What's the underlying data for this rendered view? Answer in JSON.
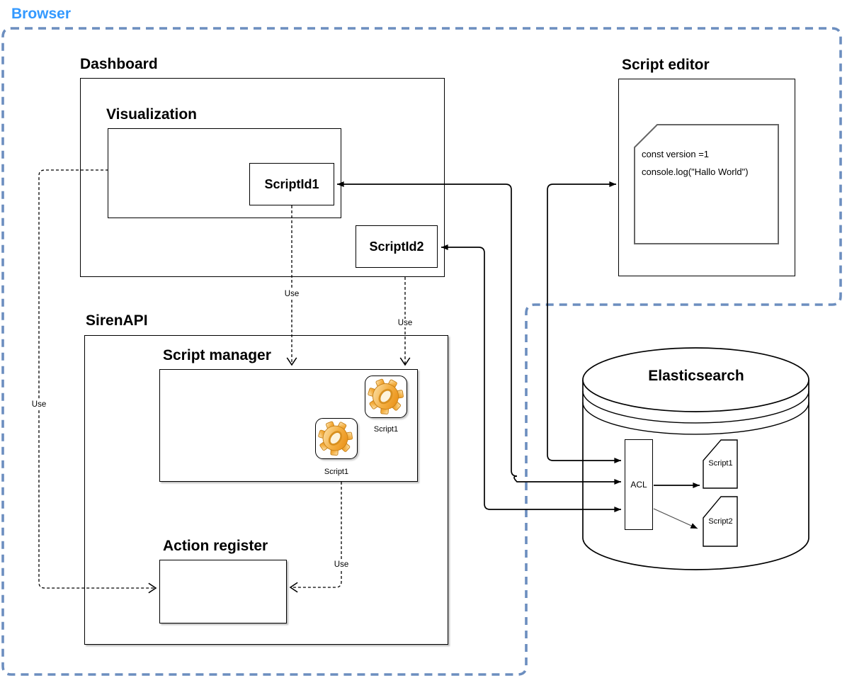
{
  "browser": {
    "label": "Browser"
  },
  "dashboard": {
    "title": "Dashboard",
    "scriptid2_label": "ScriptId2",
    "visualization": {
      "title": "Visualization",
      "scriptid1_label": "ScriptId1"
    }
  },
  "script_editor": {
    "title": "Script editor",
    "code": {
      "line1": "const version =1",
      "line2": "console.log(\"Hallo World\")"
    }
  },
  "siren_api": {
    "title": "SirenAPI",
    "script_manager": {
      "title": "Script manager",
      "instances": [
        {
          "label": "Script1"
        },
        {
          "label": "Script1"
        }
      ]
    },
    "action_register": {
      "title": "Action register"
    }
  },
  "elasticsearch": {
    "title": "Elasticsearch",
    "acl_label": "ACL",
    "documents": [
      {
        "label": "Script1"
      },
      {
        "label": "Script2"
      }
    ]
  },
  "edge_labels": {
    "use_visualization_to_action_register": "Use",
    "use_scriptid1_to_script_manager": "Use",
    "use_scriptid2_to_script_manager": "Use",
    "use_script_manager_to_action_register": "Use"
  },
  "colors": {
    "browser_label": "#3399ff",
    "browser_frame": "#6c8ebf",
    "shape_border": "#000000",
    "note_border": "#666666",
    "gear_orange": "#f09d1e"
  }
}
